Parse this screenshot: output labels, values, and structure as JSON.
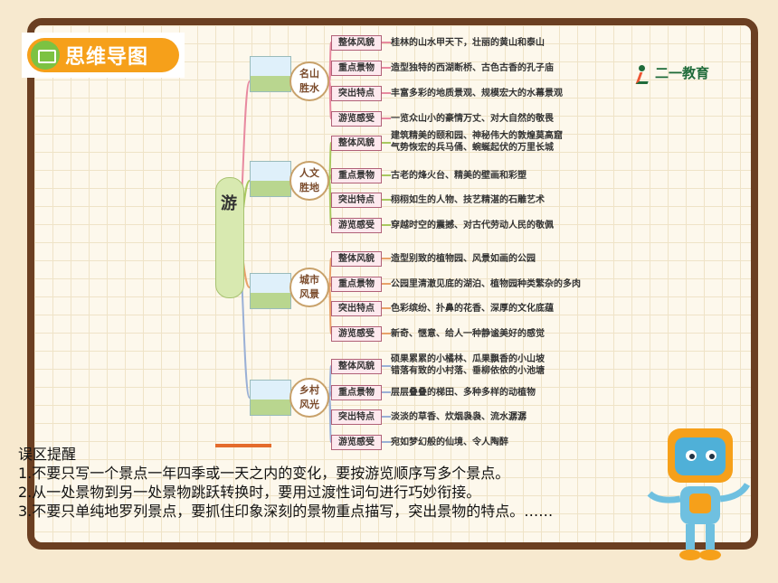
{
  "logo": {
    "label": "思维导图"
  },
  "brand": {
    "label": "二一教育"
  },
  "root": {
    "label": "游"
  },
  "categories": [
    {
      "label": "名山胜水",
      "items": [
        {
          "tag": "整体风貌",
          "text": "桂林的山水甲天下，壮丽的黄山和泰山"
        },
        {
          "tag": "重点景物",
          "text": "造型独特的西湖断桥、古色古香的孔子庙"
        },
        {
          "tag": "突出特点",
          "text": "丰富多彩的地质景观、规模宏大的水幕景观"
        },
        {
          "tag": "游览感受",
          "text": "一览众山小的豪情万丈、对大自然的敬畏"
        }
      ]
    },
    {
      "label": "人文胜地",
      "items": [
        {
          "tag": "整体风貌",
          "text": "建筑精美的颐和园、神秘伟大的敦煌莫高窟",
          "text2": "气势恢宏的兵马俑、蜿蜒起伏的万里长城"
        },
        {
          "tag": "重点景物",
          "text": "古老的烽火台、精美的壁画和彩塑"
        },
        {
          "tag": "突出特点",
          "text": "栩栩如生的人物、技艺精湛的石雕艺术"
        },
        {
          "tag": "游览感受",
          "text": "穿越时空的震撼、对古代劳动人民的敬佩"
        }
      ]
    },
    {
      "label": "城市风景",
      "items": [
        {
          "tag": "整体风貌",
          "text": "造型别致的植物园、风景如画的公园"
        },
        {
          "tag": "重点景物",
          "text": "公园里清澈见底的湖泊、植物园种类繁杂的多肉"
        },
        {
          "tag": "突出特点",
          "text": "色彩缤纷、扑鼻的花香、深厚的文化底蕴"
        },
        {
          "tag": "游览感受",
          "text": "新奇、惬意、给人一种静谧美好的感觉"
        }
      ]
    },
    {
      "label": "乡村风光",
      "items": [
        {
          "tag": "整体风貌",
          "text": "硕果累累的小橘林、瓜果飘香的小山坡",
          "text2": "错落有致的小村落、垂柳依依的小池塘"
        },
        {
          "tag": "重点景物",
          "text": "层层叠叠的梯田、多种多样的动植物"
        },
        {
          "tag": "突出特点",
          "text": "淡淡的草香、炊烟袅袅、流水潺潺"
        },
        {
          "tag": "游览感受",
          "text": "宛如梦幻般的仙境、令人陶醉"
        }
      ]
    }
  ],
  "notes": {
    "title": "误区提醒",
    "lines": [
      "1.不要只写一个景点一年四季或一天之内的变化，要按游览顺序写多个景点。",
      "2.从一处景物到另一处景物跳跃转换时，要用过渡性词句进行巧妙衔接。",
      "3.不要只单纯地罗列景点，要抓住印象深刻的景物重点描写，突出景物的特点。……"
    ]
  },
  "colors": {
    "frame": "#6b3f22",
    "accent": "#f6a01a",
    "tagBorder": "#b06077",
    "main": "#d8e9b0"
  }
}
